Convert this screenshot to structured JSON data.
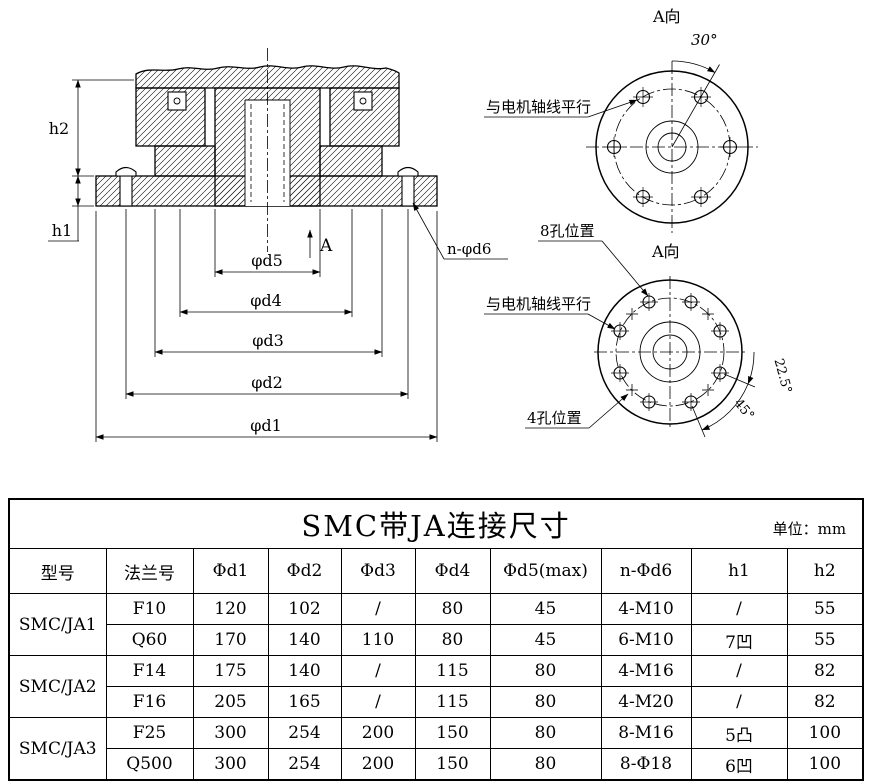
{
  "drawing": {
    "section": {
      "labels": {
        "h2": "h2",
        "h1": "h1",
        "d5": "φd5",
        "d4": "φd4",
        "d3": "φd3",
        "d2": "φd2",
        "d1": "φd1",
        "n_d6": "n-φd6",
        "view_arrow": "A"
      }
    },
    "top_view": {
      "title": "A向",
      "angle_30": "30°",
      "parallel_label": "与电机轴线平行"
    },
    "bottom_view": {
      "title": "A向",
      "holes8_label": "8孔位置",
      "parallel_label": "与电机轴线平行",
      "holes4_label": "4孔位置",
      "angle_225": "22.5°",
      "angle_45": "45°"
    }
  },
  "table": {
    "title": "SMC带JA连接尺寸",
    "unit": "单位：mm",
    "headers": [
      "型号",
      "法兰号",
      "Φd1",
      "Φd2",
      "Φd3",
      "Φd4",
      "Φd5(max)",
      "n-Φd6",
      "h1",
      "h2"
    ],
    "groups": [
      {
        "model": "SMC/JA1",
        "rows": [
          [
            "F10",
            "120",
            "102",
            "/",
            "80",
            "45",
            "4-M10",
            "/",
            "55"
          ],
          [
            "Q60",
            "170",
            "140",
            "110",
            "80",
            "45",
            "6-M10",
            "7凹",
            "55"
          ]
        ]
      },
      {
        "model": "SMC/JA2",
        "rows": [
          [
            "F14",
            "175",
            "140",
            "/",
            "115",
            "80",
            "4-M16",
            "/",
            "82"
          ],
          [
            "F16",
            "205",
            "165",
            "/",
            "115",
            "80",
            "4-M20",
            "/",
            "82"
          ]
        ]
      },
      {
        "model": "SMC/JA3",
        "rows": [
          [
            "F25",
            "300",
            "254",
            "200",
            "150",
            "80",
            "8-M16",
            "5凸",
            "100"
          ],
          [
            "Q500",
            "300",
            "254",
            "200",
            "150",
            "80",
            "8-Φ18",
            "6凹",
            "100"
          ]
        ]
      }
    ]
  }
}
